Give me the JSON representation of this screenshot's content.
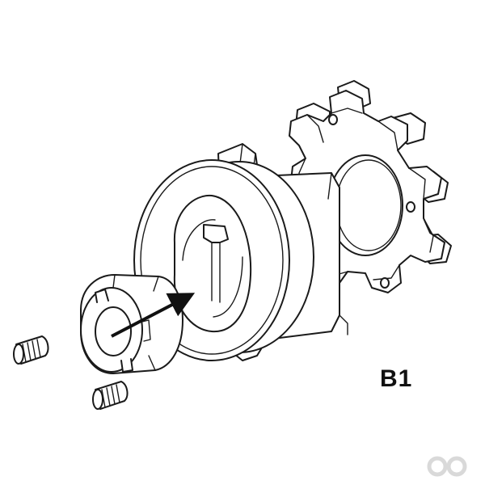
{
  "diagram": {
    "label": "B1",
    "parts": [
      "coupling-spider",
      "coupling-hub",
      "taper-bush",
      "grub-screw",
      "grub-screw"
    ],
    "colors": {
      "line": "#1a1a1a",
      "arrow": "#111111",
      "background": "#ffffff",
      "logo": "#d9d9d9"
    },
    "assembly_direction_icon": "arrow-icon",
    "watermark_icon": "infinity-logo-icon"
  }
}
